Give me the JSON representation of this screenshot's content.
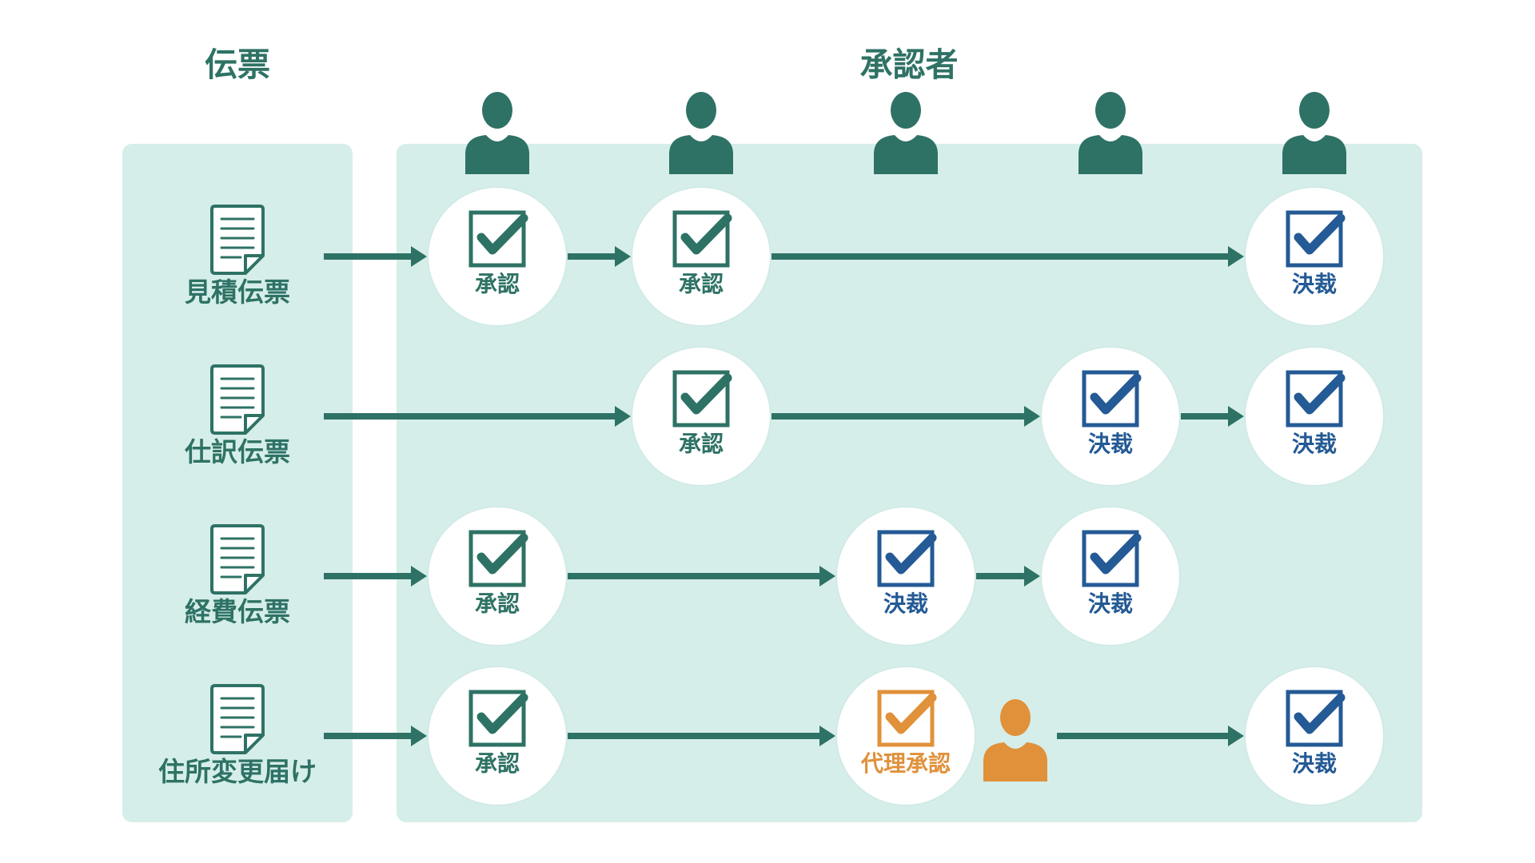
{
  "headings": {
    "documents": "伝票",
    "approvers": "承認者"
  },
  "colors": {
    "approve": "#2e7265",
    "decide": "#245a95",
    "proxy": "#e0913a",
    "panel": "#d6eeea",
    "arrow": "#2e7265"
  },
  "icons": {
    "person": "person-icon",
    "document": "document-icon",
    "check": "checkbox-checked-icon"
  },
  "approver_count": 5,
  "rows": [
    {
      "document": "見積伝票",
      "steps": [
        {
          "approver": 1,
          "label": "承認",
          "kind": "approve"
        },
        {
          "approver": 2,
          "label": "承認",
          "kind": "approve"
        },
        {
          "approver": 5,
          "label": "決裁",
          "kind": "decide"
        }
      ]
    },
    {
      "document": "仕訳伝票",
      "steps": [
        {
          "approver": 2,
          "label": "承認",
          "kind": "approve"
        },
        {
          "approver": 4,
          "label": "決裁",
          "kind": "decide"
        },
        {
          "approver": 5,
          "label": "決裁",
          "kind": "decide"
        }
      ]
    },
    {
      "document": "経費伝票",
      "steps": [
        {
          "approver": 1,
          "label": "承認",
          "kind": "approve"
        },
        {
          "approver": 3,
          "label": "決裁",
          "kind": "decide"
        },
        {
          "approver": 4,
          "label": "決裁",
          "kind": "decide"
        }
      ]
    },
    {
      "document": "住所変更届け",
      "steps": [
        {
          "approver": 1,
          "label": "承認",
          "kind": "approve"
        },
        {
          "approver": 3,
          "label": "代理承認",
          "kind": "proxy",
          "delegate": true
        },
        {
          "approver": 5,
          "label": "決裁",
          "kind": "decide"
        }
      ]
    }
  ]
}
